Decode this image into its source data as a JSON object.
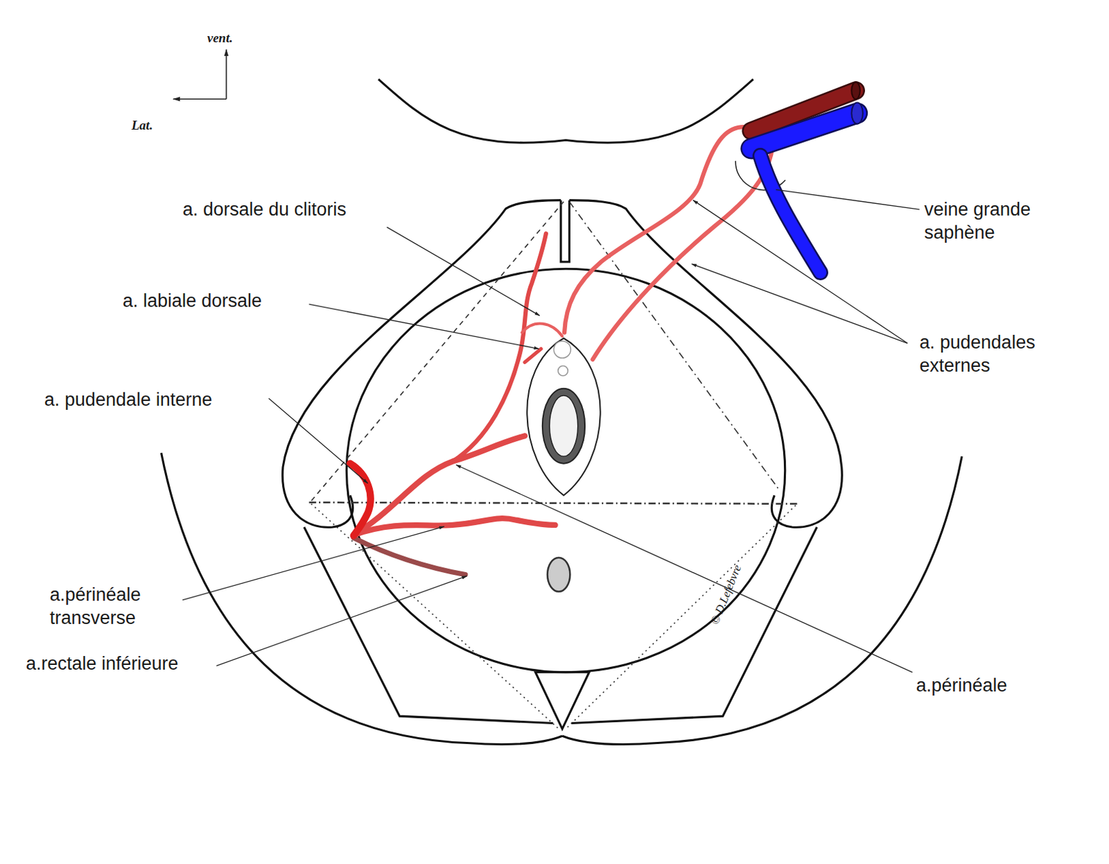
{
  "diagram": {
    "labels": [
      "vent.",
      "Lat.",
      "a. dorsale du clitoris",
      "a. labiale dorsale",
      "a. pudendale interne",
      "a.périnéale transverse",
      "a.rectale inférieure",
      "veine grande saphène",
      "a. pudendales externes",
      "a.périnéale",
      "© D.Lefebvre"
    ]
  }
}
